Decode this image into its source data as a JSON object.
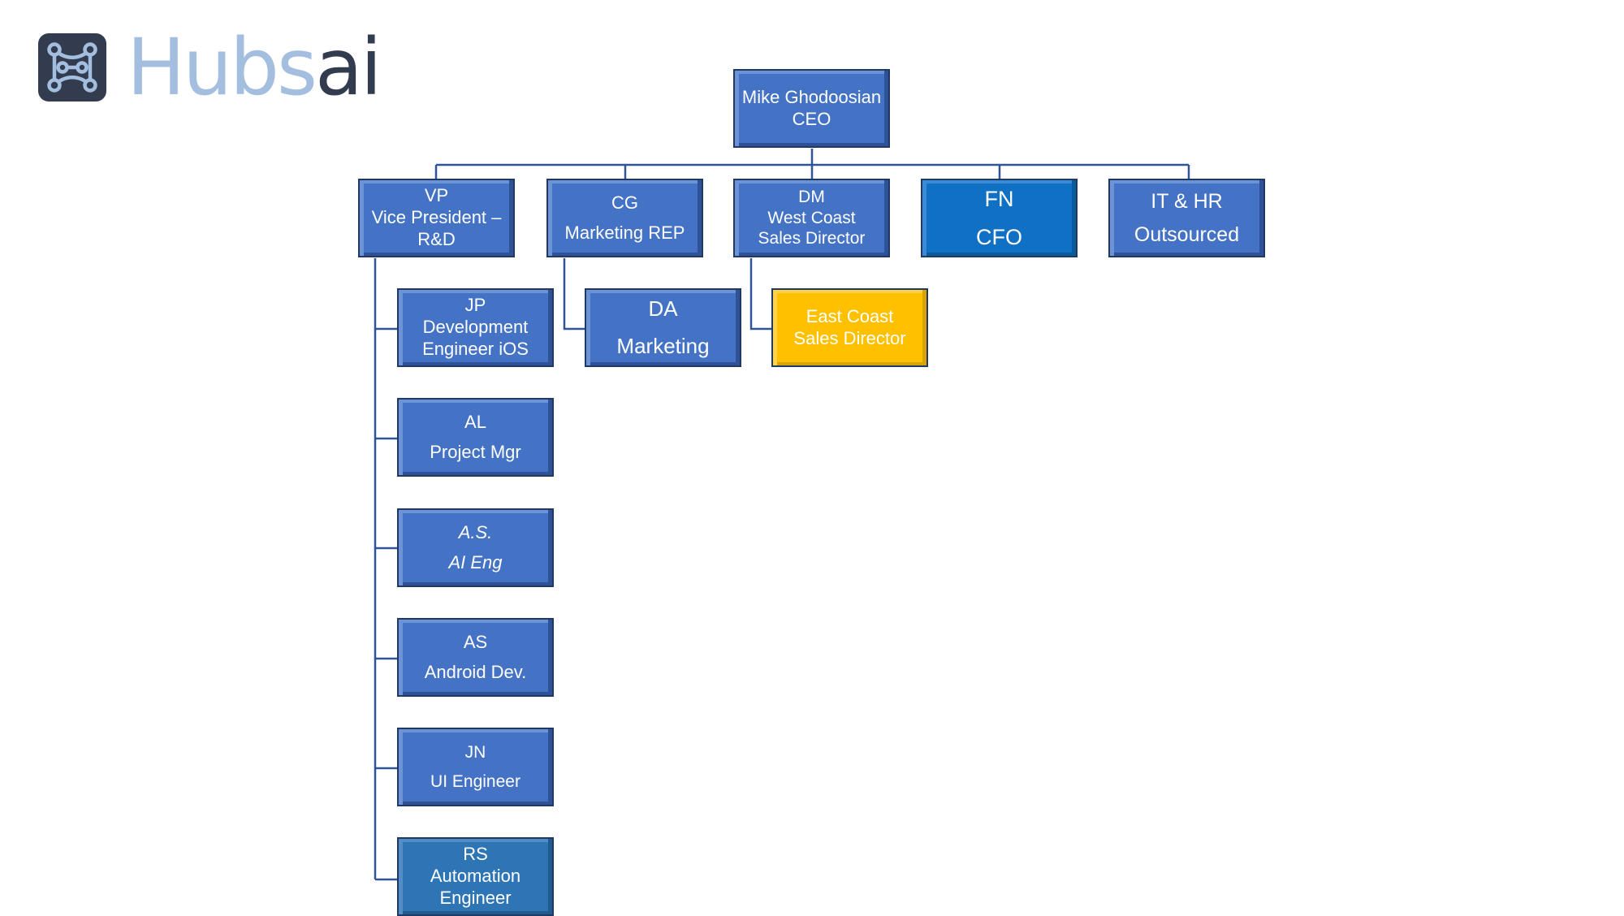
{
  "logo": {
    "text_part1": "Hubs",
    "text_part2": "ai",
    "icon": "hubsai-network-icon"
  },
  "colors": {
    "node_blue": "#4472c4",
    "node_cfo": "#0f70c4",
    "node_automation": "#2e75b6",
    "node_gold": "#ffc000",
    "border": "#1f3864",
    "connector": "#2f5597"
  },
  "org": {
    "ceo": {
      "line1": "Mike Ghodoosian",
      "line2": "CEO"
    },
    "vp": {
      "line1": "VP",
      "line2": "Vice President –",
      "line3": "R&D"
    },
    "cg": {
      "line1": "CG",
      "line2": "Marketing REP"
    },
    "dm": {
      "line1": "DM",
      "line2": "West Coast",
      "line3": "Sales Director"
    },
    "fn": {
      "line1": "FN",
      "line2": "CFO"
    },
    "it": {
      "line1": "IT & HR",
      "line2": "Outsourced"
    },
    "jp": {
      "line1": "JP",
      "line2": "Development",
      "line3": "Engineer iOS"
    },
    "da": {
      "line1": "DA",
      "line2": "Marketing"
    },
    "east": {
      "line1": "East Coast",
      "line2": "Sales Director"
    },
    "al": {
      "line1": "AL",
      "line2": "Project Mgr"
    },
    "as_ai": {
      "line1": "A.S.",
      "line2": "AI Eng"
    },
    "as_android": {
      "line1": "AS",
      "line2": "Android Dev."
    },
    "jn": {
      "line1": "JN",
      "line2": "UI Engineer"
    },
    "rs": {
      "line1": "RS",
      "line2": "Automation",
      "line3": "Engineer"
    }
  }
}
